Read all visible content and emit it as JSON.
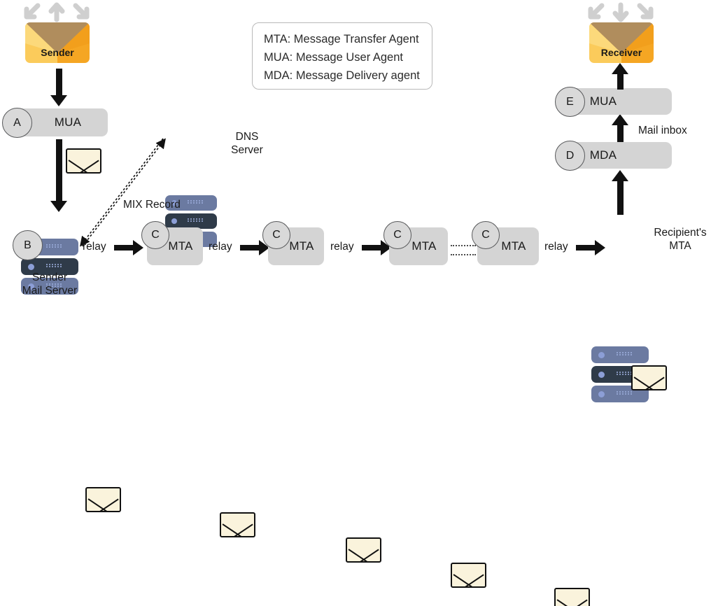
{
  "legend": {
    "lines": [
      "MTA: Message Transfer Agent",
      "MUA: Message User Agent",
      "MDA: Message Delivery agent"
    ]
  },
  "sender": {
    "envelope_label": "Sender",
    "mua": {
      "badge": "A",
      "label": "MUA"
    },
    "mail_server": {
      "badge": "B",
      "label_line1": "Sender",
      "label_line2": "Mail Server"
    }
  },
  "dns": {
    "label_line1": "DNS",
    "label_line2": "Server",
    "record_label": "MIX Record"
  },
  "mta_chain": {
    "badge": "C",
    "label": "MTA",
    "relay_label": "relay",
    "nodes": [
      {
        "badge": "C",
        "label": "MTA"
      },
      {
        "badge": "C",
        "label": "MTA"
      },
      {
        "badge": "C",
        "label": "MTA"
      },
      {
        "badge": "C",
        "label": "MTA"
      }
    ],
    "relays": [
      "relay",
      "relay",
      "relay",
      "relay"
    ]
  },
  "recipient": {
    "mta_label_line1": "Recipient's",
    "mta_label_line2": "MTA",
    "mda": {
      "badge": "D",
      "label": "MDA"
    },
    "mua": {
      "badge": "E",
      "label": "MUA"
    },
    "mail_inbox_label": "Mail inbox",
    "envelope_label": "Receiver"
  },
  "colors": {
    "box_gray": "#d4d4d4",
    "badge_gray": "#d9d9d9",
    "server_light": "#6b7aa1",
    "server_dark": "#2f3b49",
    "envelope_cream": "#faf3dc",
    "envelope_orange": "#f5a623",
    "envelope_flap": "#b08d5d",
    "arrow_black": "#111111",
    "hint_arrow_gray": "#cfcfcf"
  }
}
